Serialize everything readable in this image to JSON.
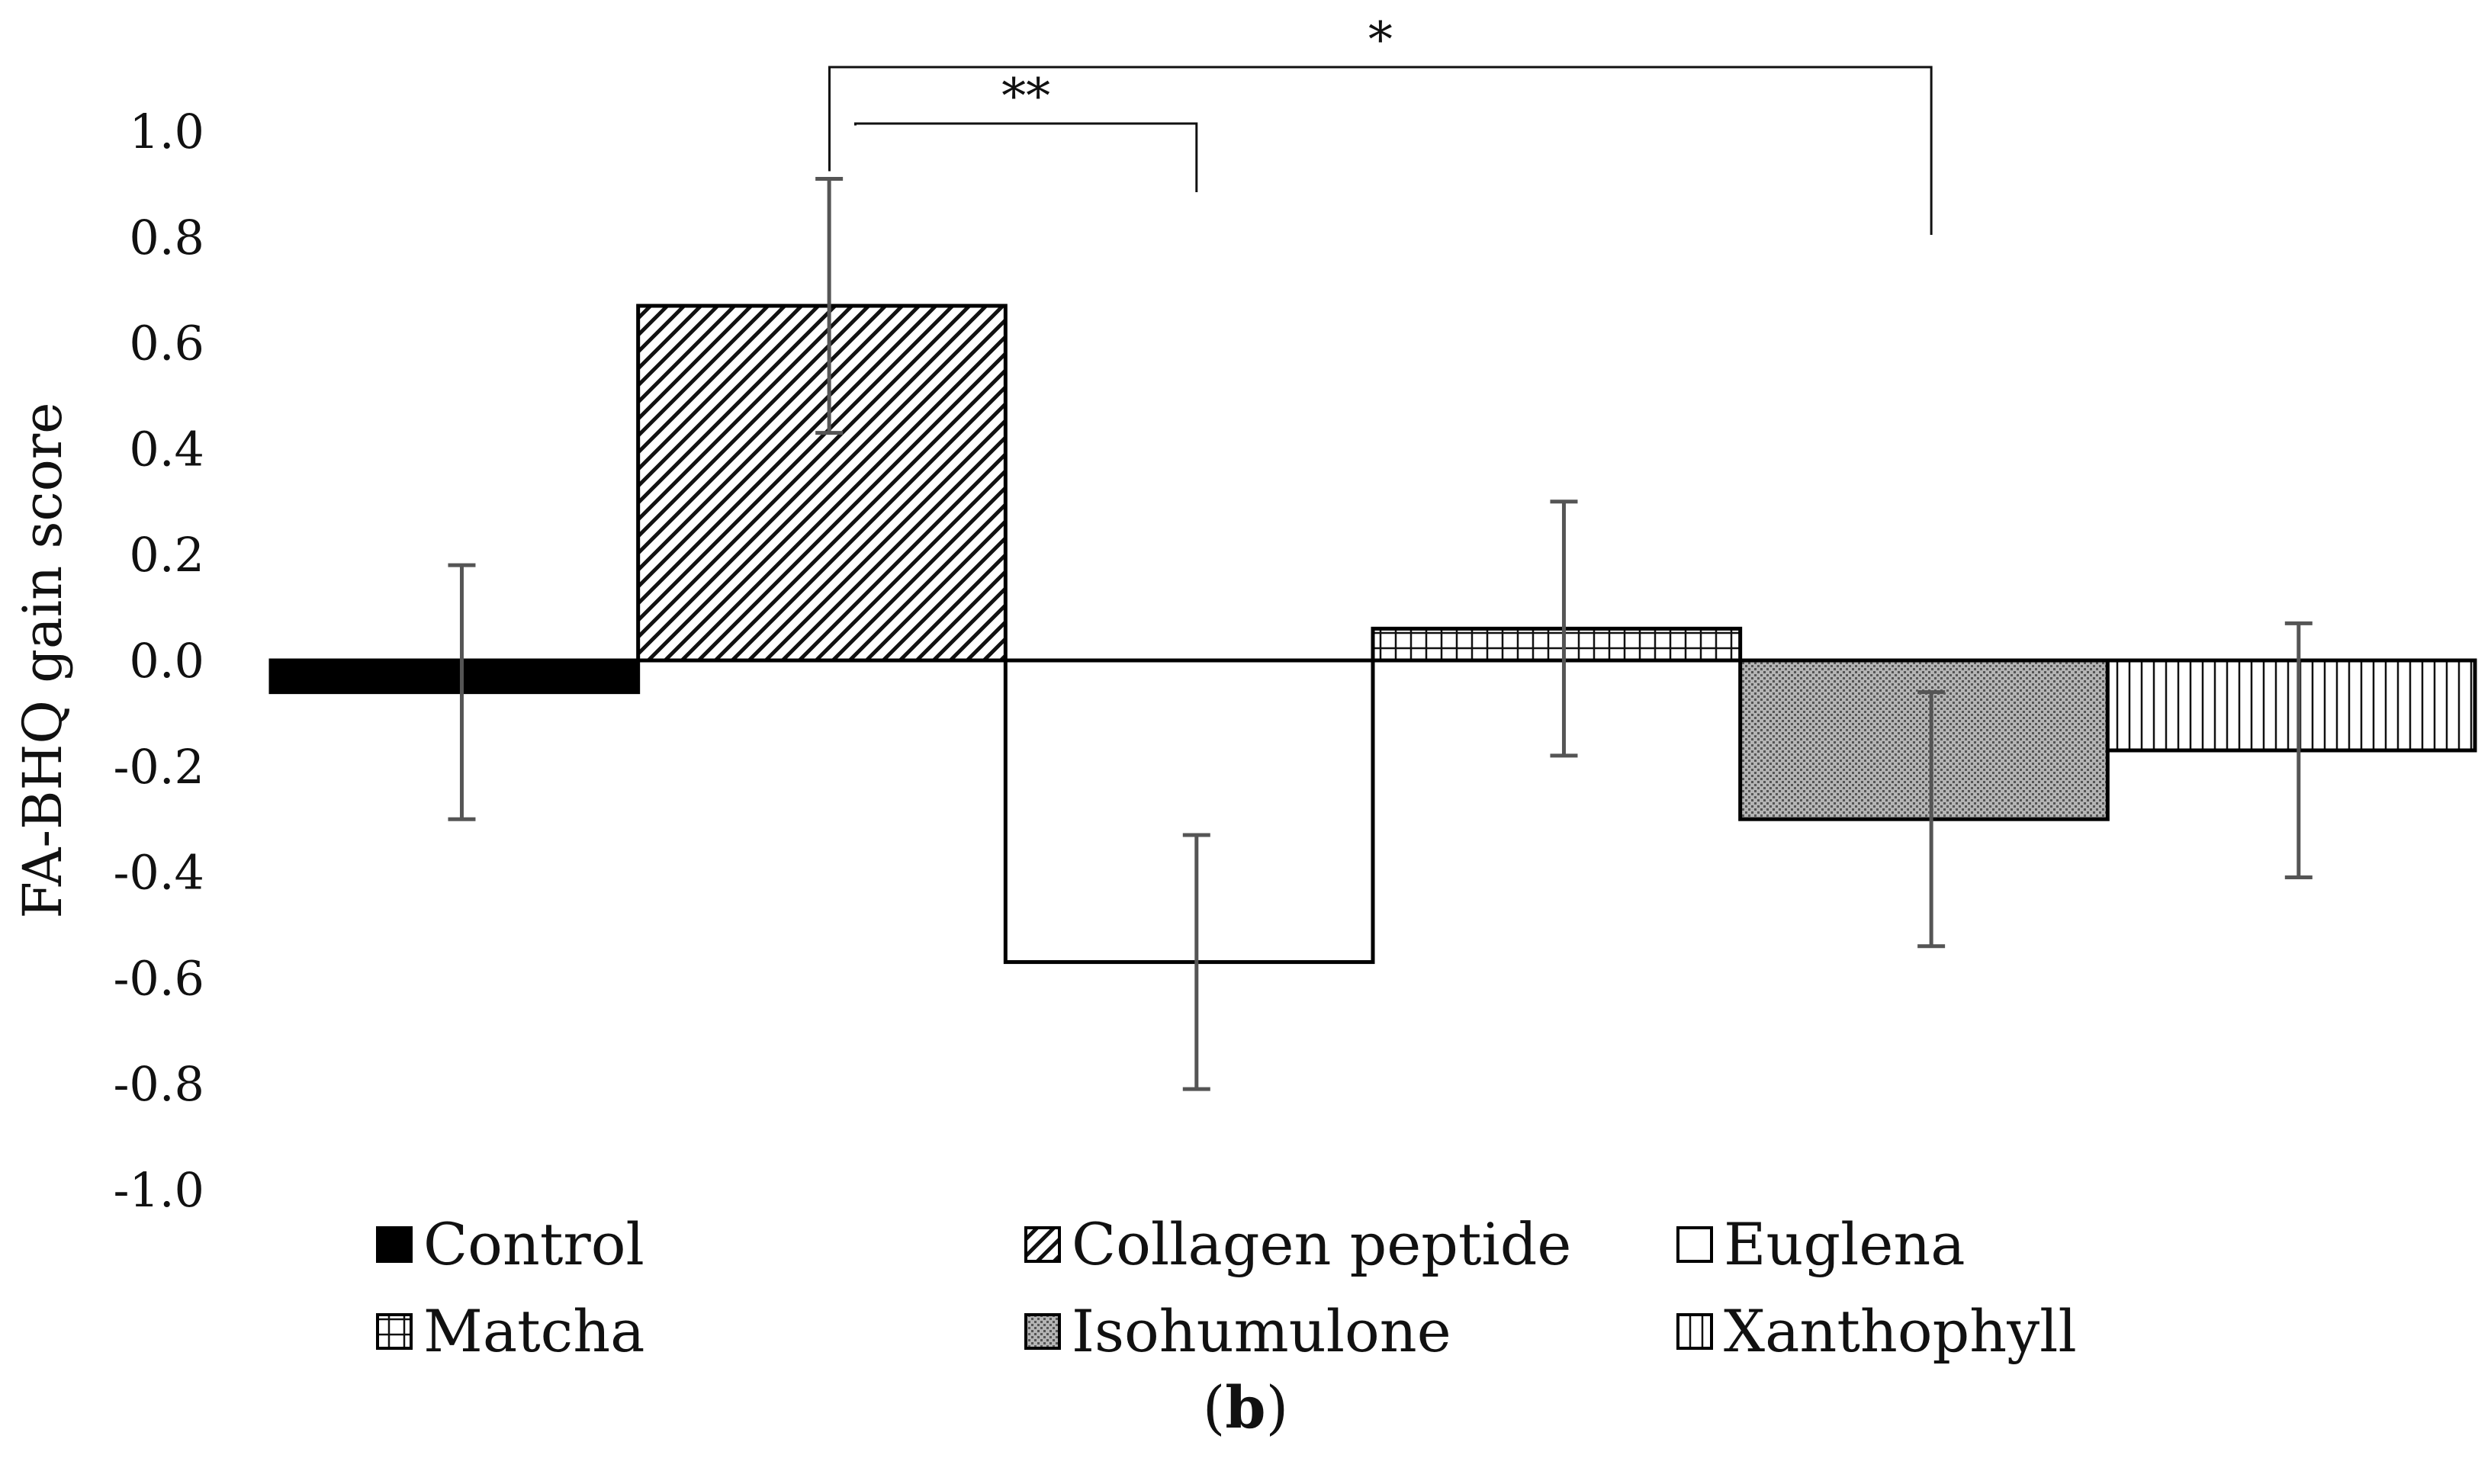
{
  "chart_data": {
    "type": "bar",
    "ylabel": "FA-BHQ gain score",
    "xlabel": "",
    "ylim": [
      -1.0,
      1.0
    ],
    "yticks": [
      1.0,
      0.8,
      0.6,
      0.4,
      0.2,
      0.0,
      -0.2,
      -0.4,
      -0.6,
      -0.8,
      -1.0
    ],
    "ytick_labels": [
      "1.0",
      "0.8",
      "0.6",
      "0.4",
      "0.2",
      "0.0",
      "-0.2",
      "-0.4",
      "-0.6",
      "-0.8",
      "-1.0"
    ],
    "grid": false,
    "legend_position": "bottom",
    "categories": [
      "Control",
      "Collagen peptide",
      "Euglena",
      "Matcha",
      "Isohumulone",
      "Xanthophyll"
    ],
    "values": [
      -0.06,
      0.67,
      -0.57,
      0.06,
      -0.3,
      -0.17
    ],
    "error_bars": [
      0.24,
      0.24,
      0.24,
      0.24,
      0.24,
      0.24
    ],
    "patterns": [
      "solid",
      "diagonal",
      "empty",
      "grid",
      "dots",
      "vertical"
    ],
    "significance": [
      {
        "from": "Collagen peptide",
        "to": "Euglena",
        "label": "**"
      },
      {
        "from": "Collagen peptide",
        "to": "Isohumulone",
        "label": "*"
      }
    ],
    "panel_label": {
      "open": "(",
      "letter": "b",
      "close": ")"
    }
  }
}
